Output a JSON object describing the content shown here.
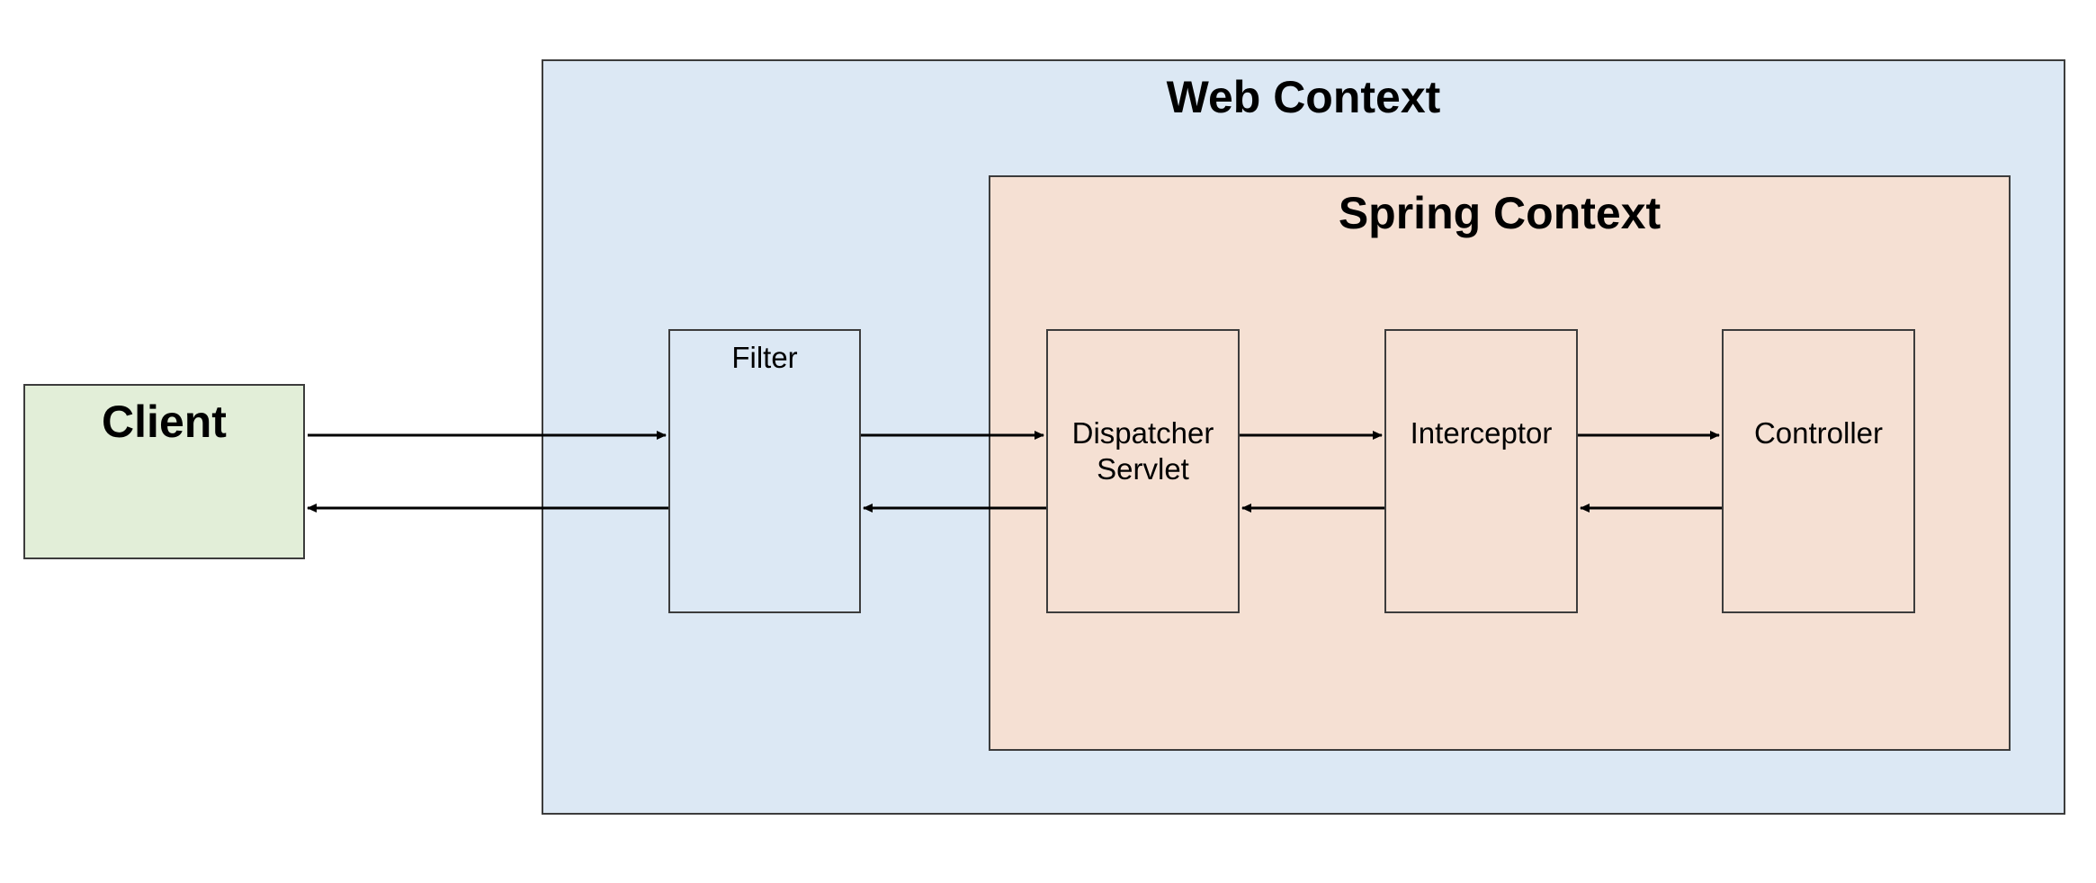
{
  "diagram": {
    "web_context": {
      "title": "Web Context"
    },
    "spring_context": {
      "title": "Spring Context"
    },
    "client": {
      "label": "Client"
    },
    "filter": {
      "label": "Filter"
    },
    "dispatcher_servlet": {
      "label": "Dispatcher\nServlet"
    },
    "interceptor": {
      "label": "Interceptor"
    },
    "controller": {
      "label": "Controller"
    }
  },
  "colors": {
    "web_context_fill": "#dce8f4",
    "spring_context_fill": "#f5e0d3",
    "client_fill": "#e2eed8",
    "filter_fill": "#dce8f4",
    "component_fill": "#f5e0d3",
    "stroke": "#3c3c3c",
    "arrow": "#000000"
  }
}
